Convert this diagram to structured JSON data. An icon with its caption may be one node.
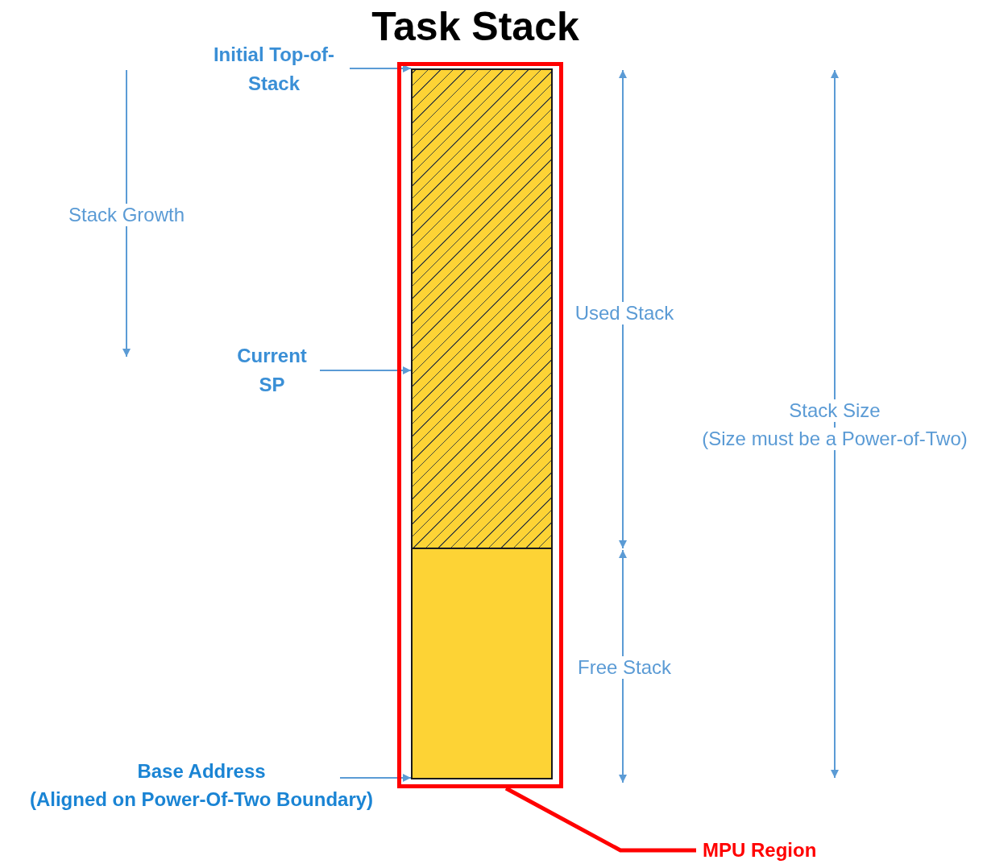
{
  "diagram": {
    "title": "Task Stack",
    "nodes": [
      {
        "text": [],
        "shape": "box"
      },
      {
        "text": [],
        "shape": "box",
        "in": 0
      },
      {
        "text": [],
        "shape": "box",
        "in": 0
      },
      {
        "text": [
          "Initial Top-of-Stack"
        ]
      },
      {
        "text": [
          "Current SP"
        ]
      },
      {
        "text": [
          "Base Address",
          "(Aligned on Power-Of-Two Boundary)"
        ]
      },
      {
        "text": [
          "MPU Region"
        ]
      }
    ],
    "edges": [
      {
        "from": 3,
        "to": 1,
        "arrow": "to"
      },
      {
        "from": 4,
        "to": 1,
        "arrow": "to"
      },
      {
        "from": 5,
        "to": 2,
        "arrow": "to"
      },
      {
        "from": 6,
        "to": 0,
        "arrow": "none",
        "style": "thick",
        "color": "#ff0000"
      }
    ],
    "labels": [
      "Stack Growth",
      "Used Stack",
      "Free Stack",
      "Stack Size",
      "(Size must be a Power-of-Two)"
    ]
  }
}
